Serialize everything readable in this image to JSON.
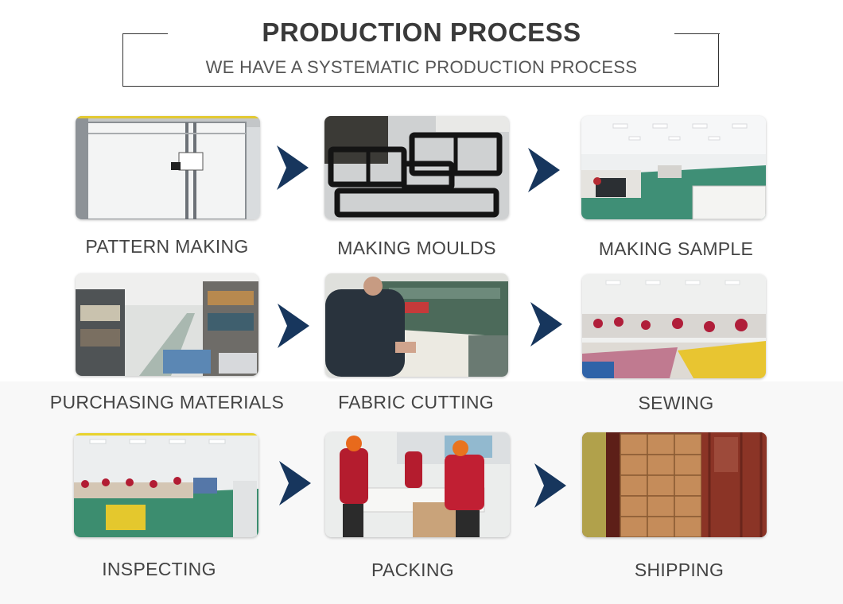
{
  "header": {
    "title": "PRODUCTION PROCESS",
    "subtitle": "WE HAVE A SYSTEMATIC PRODUCTION PROCESS"
  },
  "steps": [
    {
      "label": "PATTERN MAKING",
      "image": "pattern-cutting-table-photo"
    },
    {
      "label": "MAKING MOULDS",
      "image": "black-moulds-photo"
    },
    {
      "label": "MAKING SAMPLE",
      "image": "sample-workshop-photo"
    },
    {
      "label": "PURCHASING MATERIALS",
      "image": "warehouse-photo"
    },
    {
      "label": "FABRIC CUTTING",
      "image": "cutting-machine-photo"
    },
    {
      "label": "SEWING",
      "image": "sewing-floor-photo"
    },
    {
      "label": "INSPECTING",
      "image": "inspection-floor-photo"
    },
    {
      "label": "PACKING",
      "image": "packing-workers-photo"
    },
    {
      "label": "SHIPPING",
      "image": "container-boxes-photo"
    }
  ],
  "colors": {
    "arrow": "#17365d",
    "text": "#444444",
    "title": "#3a3a3a"
  },
  "icons": {
    "arrow": "chevron-right-icon"
  }
}
